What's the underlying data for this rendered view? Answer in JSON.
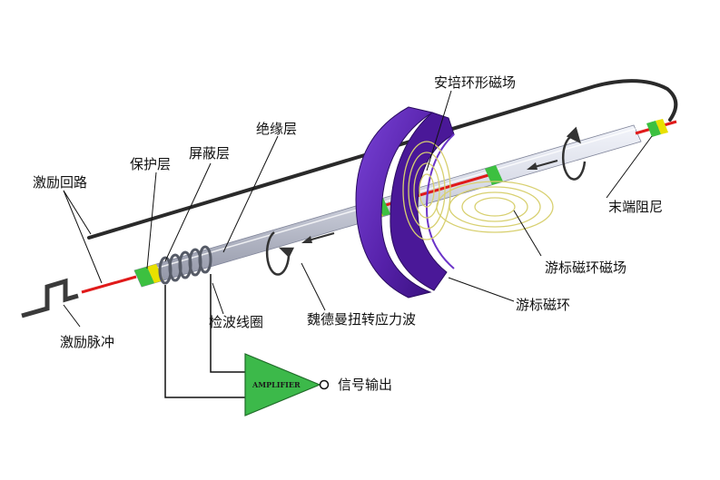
{
  "labels": {
    "ampere_field": "安培环形磁场",
    "insulation": "绝缘层",
    "shielding": "屏蔽层",
    "protection": "保护层",
    "excitation_loop": "激励回路",
    "end_damping": "末端阻尼",
    "moving_magnet_field": "游标磁环磁场",
    "moving_magnet_ring": "游标磁环",
    "torsion_wave": "魏德曼扭转应力波",
    "detection_coil": "检波线圈",
    "excitation_pulse": "激励脉冲",
    "signal_output": "信号输出",
    "amplifier": "AMPLIFIER"
  },
  "colors": {
    "rod": "#c8ccd8",
    "magnet": "#5a20b0",
    "wire_red": "#e01a1a",
    "field_lines": "#d8d070",
    "amplifier": "#3cb94a",
    "band_green": "#3cc040",
    "band_yellow": "#e8e000",
    "cable": "#2a2a2a"
  }
}
